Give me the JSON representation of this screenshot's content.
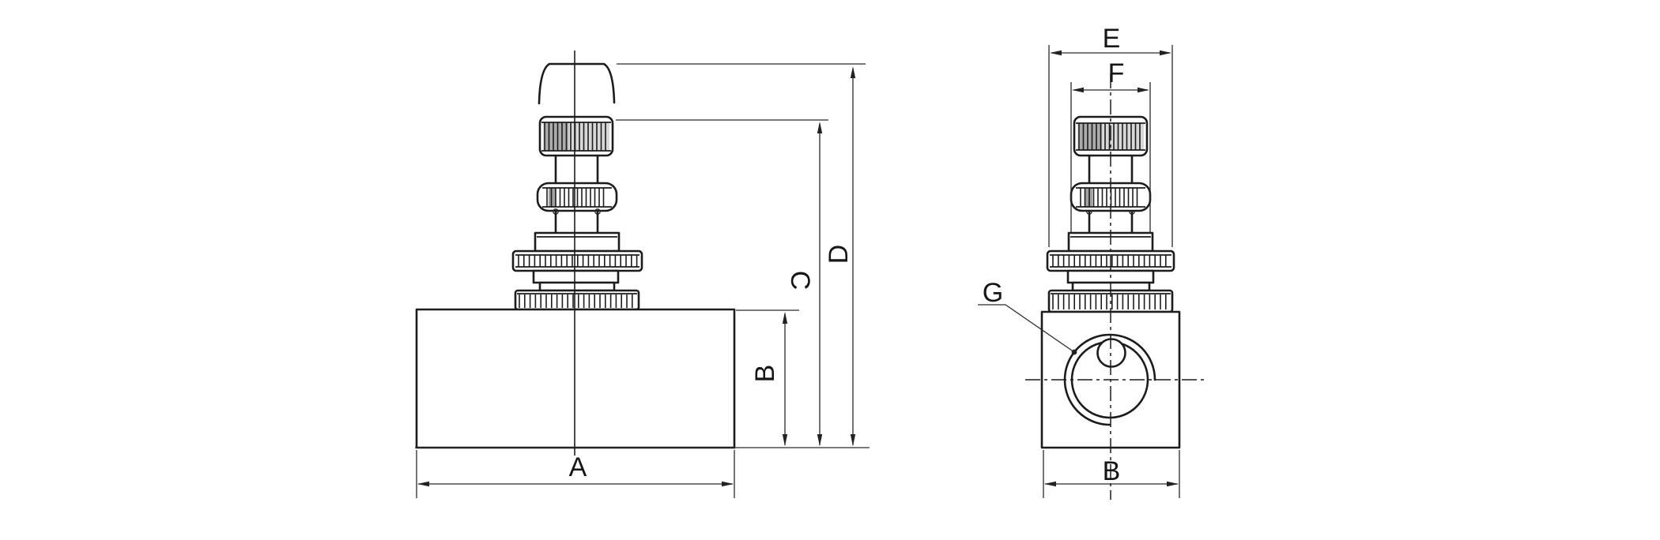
{
  "drawing": {
    "background_color": "#ffffff",
    "line_color": "#1c1c1c",
    "front_view": {
      "dim_a": "A",
      "dim_b": "B",
      "dim_c": "C",
      "dim_d": "D"
    },
    "side_view": {
      "dim_e": "E",
      "dim_f": "F",
      "dim_b": "B",
      "port_label": "G"
    }
  }
}
